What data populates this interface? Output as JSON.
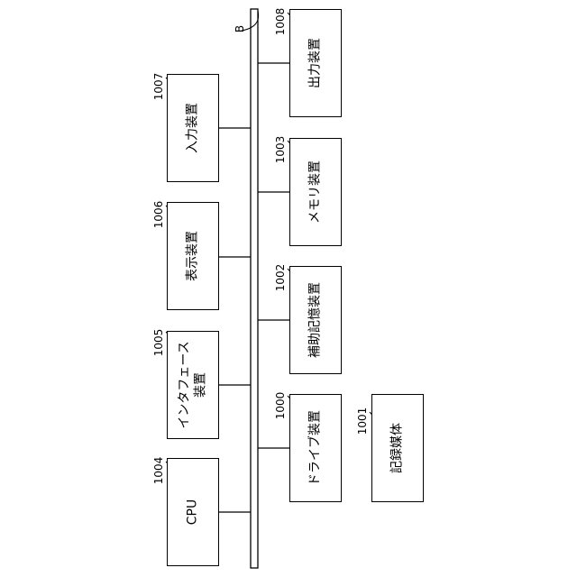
{
  "bus": {
    "label": "B"
  },
  "boxes": {
    "cpu": {
      "label": "CPU",
      "ref": "1004"
    },
    "interface": {
      "label_line1": "インタフェース",
      "label_line2": "装置",
      "ref": "1005"
    },
    "display": {
      "label": "表示装置",
      "ref": "1006"
    },
    "input": {
      "label": "入力装置",
      "ref": "1007"
    },
    "drive": {
      "label": "ドライブ装置",
      "ref": "1000"
    },
    "auxiliary": {
      "label": "補助記憶装置",
      "ref": "1002"
    },
    "memory": {
      "label": "メモリ装置",
      "ref": "1003"
    },
    "output": {
      "label": "出力装置",
      "ref": "1008"
    },
    "medium": {
      "label": "記録媒体",
      "ref": "1001"
    }
  }
}
